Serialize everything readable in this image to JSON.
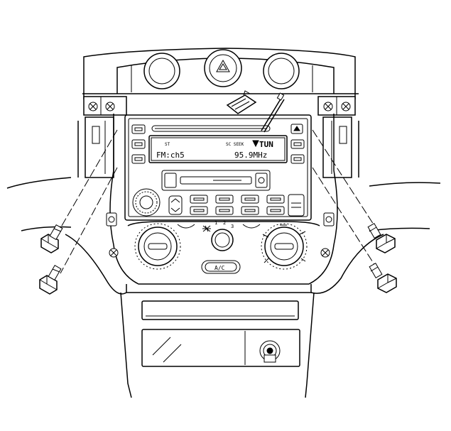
{
  "radio_display": {
    "band_channel": "FM:ch5",
    "frequency": "95.9MHz",
    "tune_indicator": "TUN",
    "status_indicator": "ST",
    "seek_indicator": "SC SEEK"
  },
  "ac_button": {
    "label": "A/C"
  },
  "icons": {
    "hazard": "hazard-warning-triangle-icon",
    "fan": "fan-icon",
    "bolt": "hex-bolt-icon",
    "eject": "eject-icon"
  },
  "colors": {
    "line": "#000000",
    "background": "#ffffff"
  }
}
